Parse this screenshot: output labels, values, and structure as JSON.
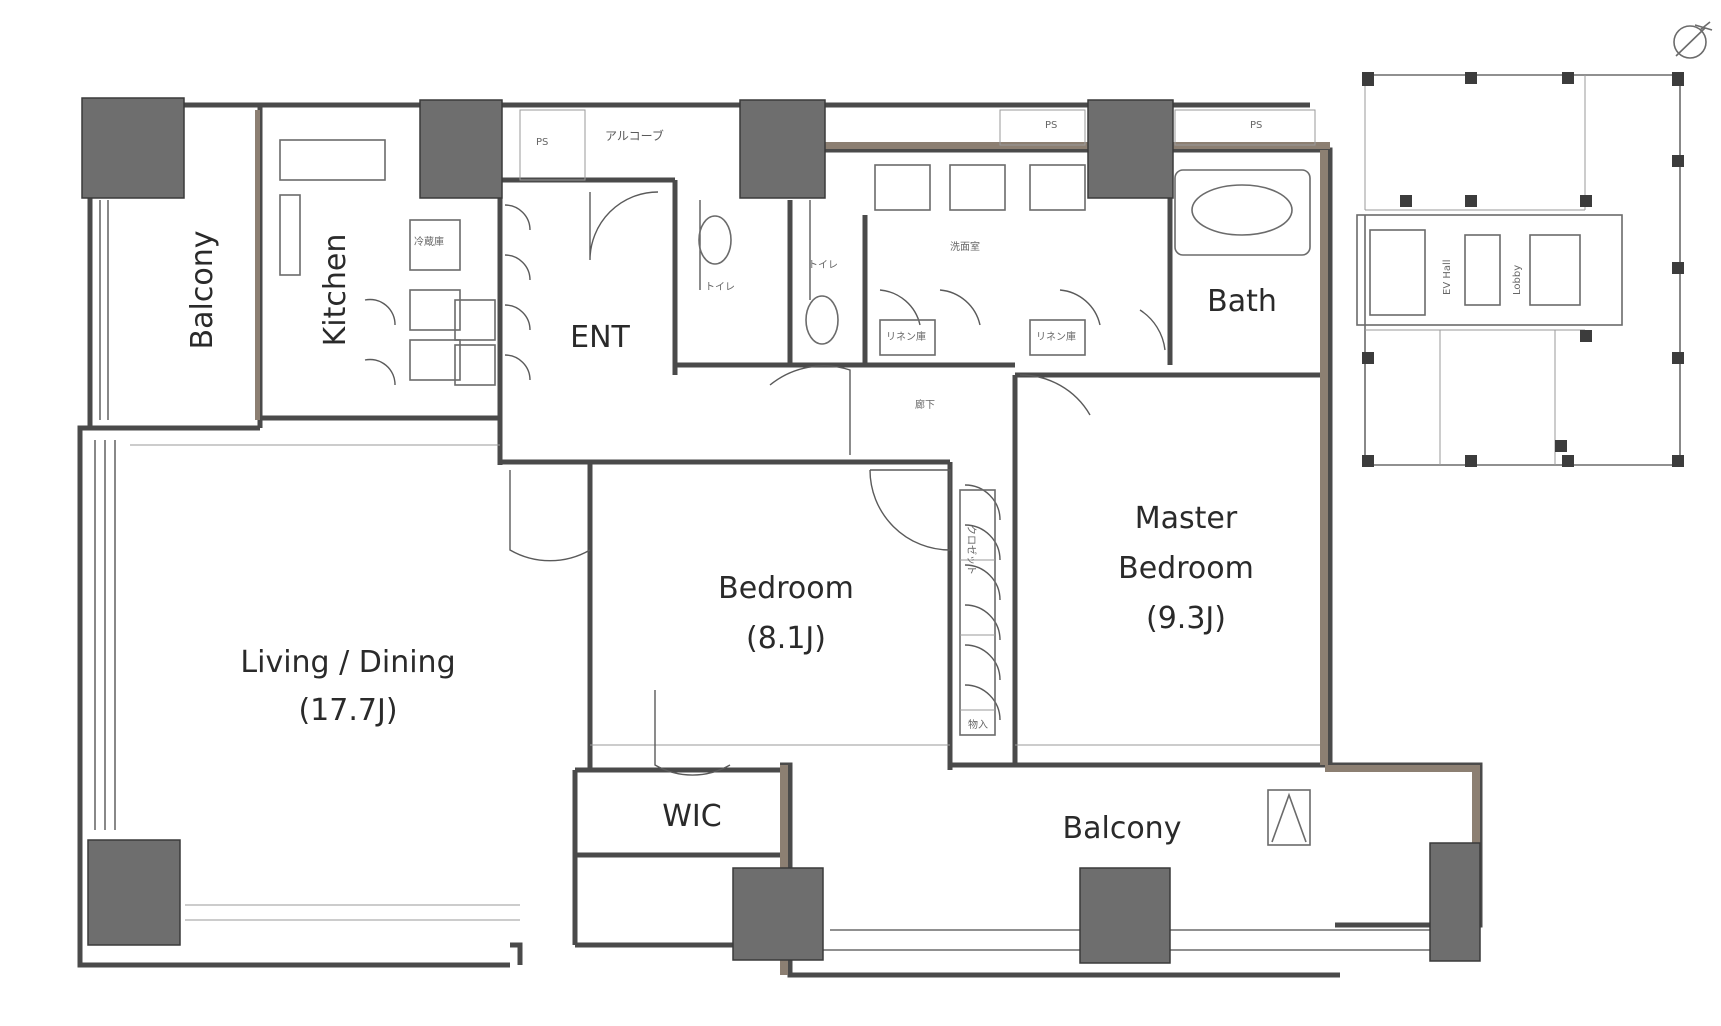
{
  "rooms": {
    "balcony_left": "Balcony",
    "kitchen": "Kitchen",
    "ent": "ENT",
    "bath": "Bath",
    "living_name": "Living / Dining",
    "living_size": "(17.7J)",
    "bedroom_name": "Bedroom",
    "bedroom_size": "(8.1J)",
    "master_line1": "Master",
    "master_line2": "Bedroom",
    "master_size": "(9.3J)",
    "wic": "WIC",
    "balcony_bottom": "Balcony"
  },
  "small_labels": {
    "ps1": "PS",
    "alcove": "アルコーブ",
    "ps2": "PS",
    "ps3": "PS",
    "toilet1": "トイレ",
    "toilet2": "トイレ",
    "washroom": "洗面室",
    "hallway": "廊下",
    "linen1": "リネン庫",
    "linen2": "リネン庫",
    "fridge": "冷蔵庫",
    "closet": "クロゼット",
    "storage": "物入"
  },
  "key_plan": {
    "ev_hall": "EV Hall",
    "lobby": "Lobby"
  }
}
